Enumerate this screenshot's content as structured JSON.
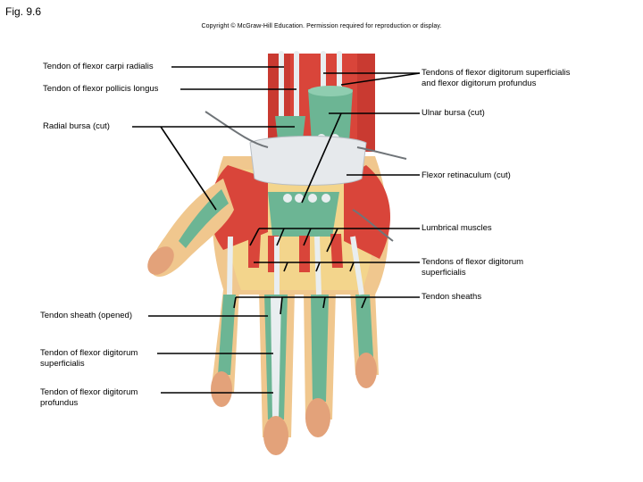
{
  "figure": {
    "title": "Fig. 9.6",
    "copyright": "Copyright © McGraw-Hill Education. Permission required for reproduction or display."
  },
  "labels": {
    "flexor_carpi_radialis": "Tendon of flexor carpi radialis",
    "flexor_pollicis_longus": "Tendon of flexor pollicis longus",
    "radial_bursa": "Radial bursa (cut)",
    "fds_fdp_line1": "Tendons of flexor digitorum superficialis",
    "fds_fdp_line2": "and flexor digitorum profundus",
    "ulnar_bursa": "Ulnar bursa (cut)",
    "flexor_retinaculum": "Flexor retinaculum (cut)",
    "lumbrical_muscles": "Lumbrical muscles",
    "fds_right_line1": "Tendons of flexor digitorum",
    "fds_right_line2": "superficialis",
    "tendon_sheaths": "Tendon sheaths",
    "tendon_sheath_opened": "Tendon sheath (opened)",
    "fds_left_line1": "Tendon of flexor digitorum",
    "fds_left_line2": "superficialis",
    "fdp_left_line1": "Tendon of flexor digitorum",
    "fdp_left_line2": "profundus"
  },
  "colors": {
    "skin": "#f0c78e",
    "fat": "#f3d58c",
    "muscle": "#d9453a",
    "tendon": "#e9eef0",
    "sheath": "#6cb594",
    "retinaculum": "#e6e9ec",
    "nail": "#e3a27a"
  }
}
